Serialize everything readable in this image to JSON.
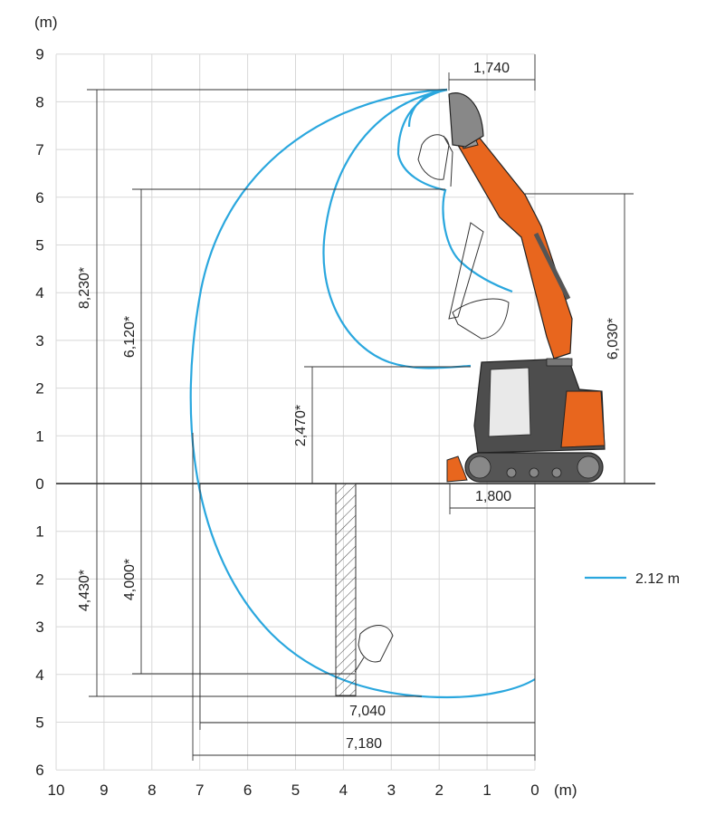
{
  "axes": {
    "y_unit": "(m)",
    "x_unit": "(m)",
    "y_up_ticks": [
      "0",
      "1",
      "2",
      "3",
      "4",
      "5",
      "6",
      "7",
      "8",
      "9"
    ],
    "y_down_ticks": [
      "1",
      "2",
      "3",
      "4",
      "5",
      "6"
    ],
    "x_ticks": [
      "10",
      "9",
      "8",
      "7",
      "6",
      "5",
      "4",
      "3",
      "2",
      "1",
      "0"
    ]
  },
  "dimensions": {
    "max_digging_height": "8,230*",
    "max_dumping_height": "6,120*",
    "min_swing_height": "2,470*",
    "max_digging_depth": "4,430*",
    "max_vertical_wall_depth": "4,000*",
    "overall_height": "6,030*",
    "front_swing_radius": "1,740",
    "rear_reach": "1,800",
    "max_reach_ground": "7,040",
    "max_reach": "7,180"
  },
  "legend": {
    "label": "2.12 m"
  },
  "colors": {
    "envelope": "#2aa7de",
    "boom": "#e8661e",
    "body": "#4a4a4a",
    "grid": "#d8d8d8"
  }
}
